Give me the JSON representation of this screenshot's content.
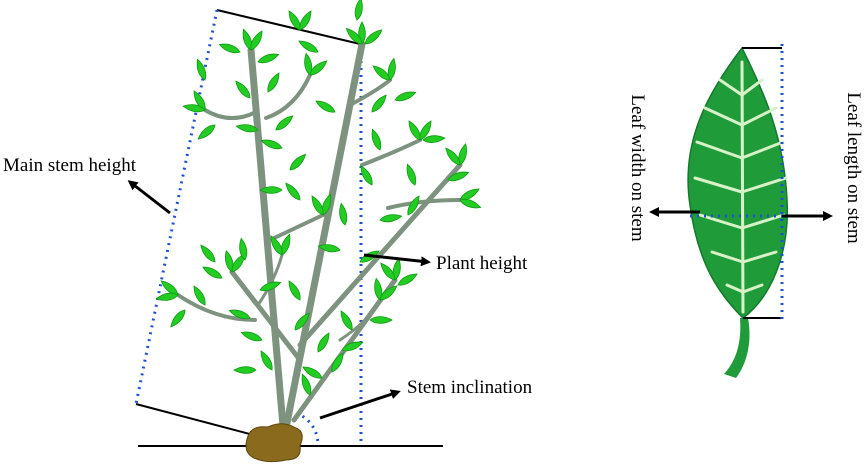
{
  "labels": {
    "main_stem_height": "Main stem height",
    "plant_height": "Plant height",
    "stem_inclination": "Stem inclination",
    "leaf_width": "Leaf width on stem",
    "leaf_length": "Leaf length on stem"
  },
  "colors": {
    "leaf": "#22cc22",
    "leaf_dark": "#0f9a12",
    "stem": "#7e9280",
    "dotted_guide": "#1f4fd6",
    "soil": "#8a6a1c",
    "big_leaf": "#1f9b3a",
    "big_leaf_vein": "#d8f2c8",
    "line": "#000000"
  }
}
